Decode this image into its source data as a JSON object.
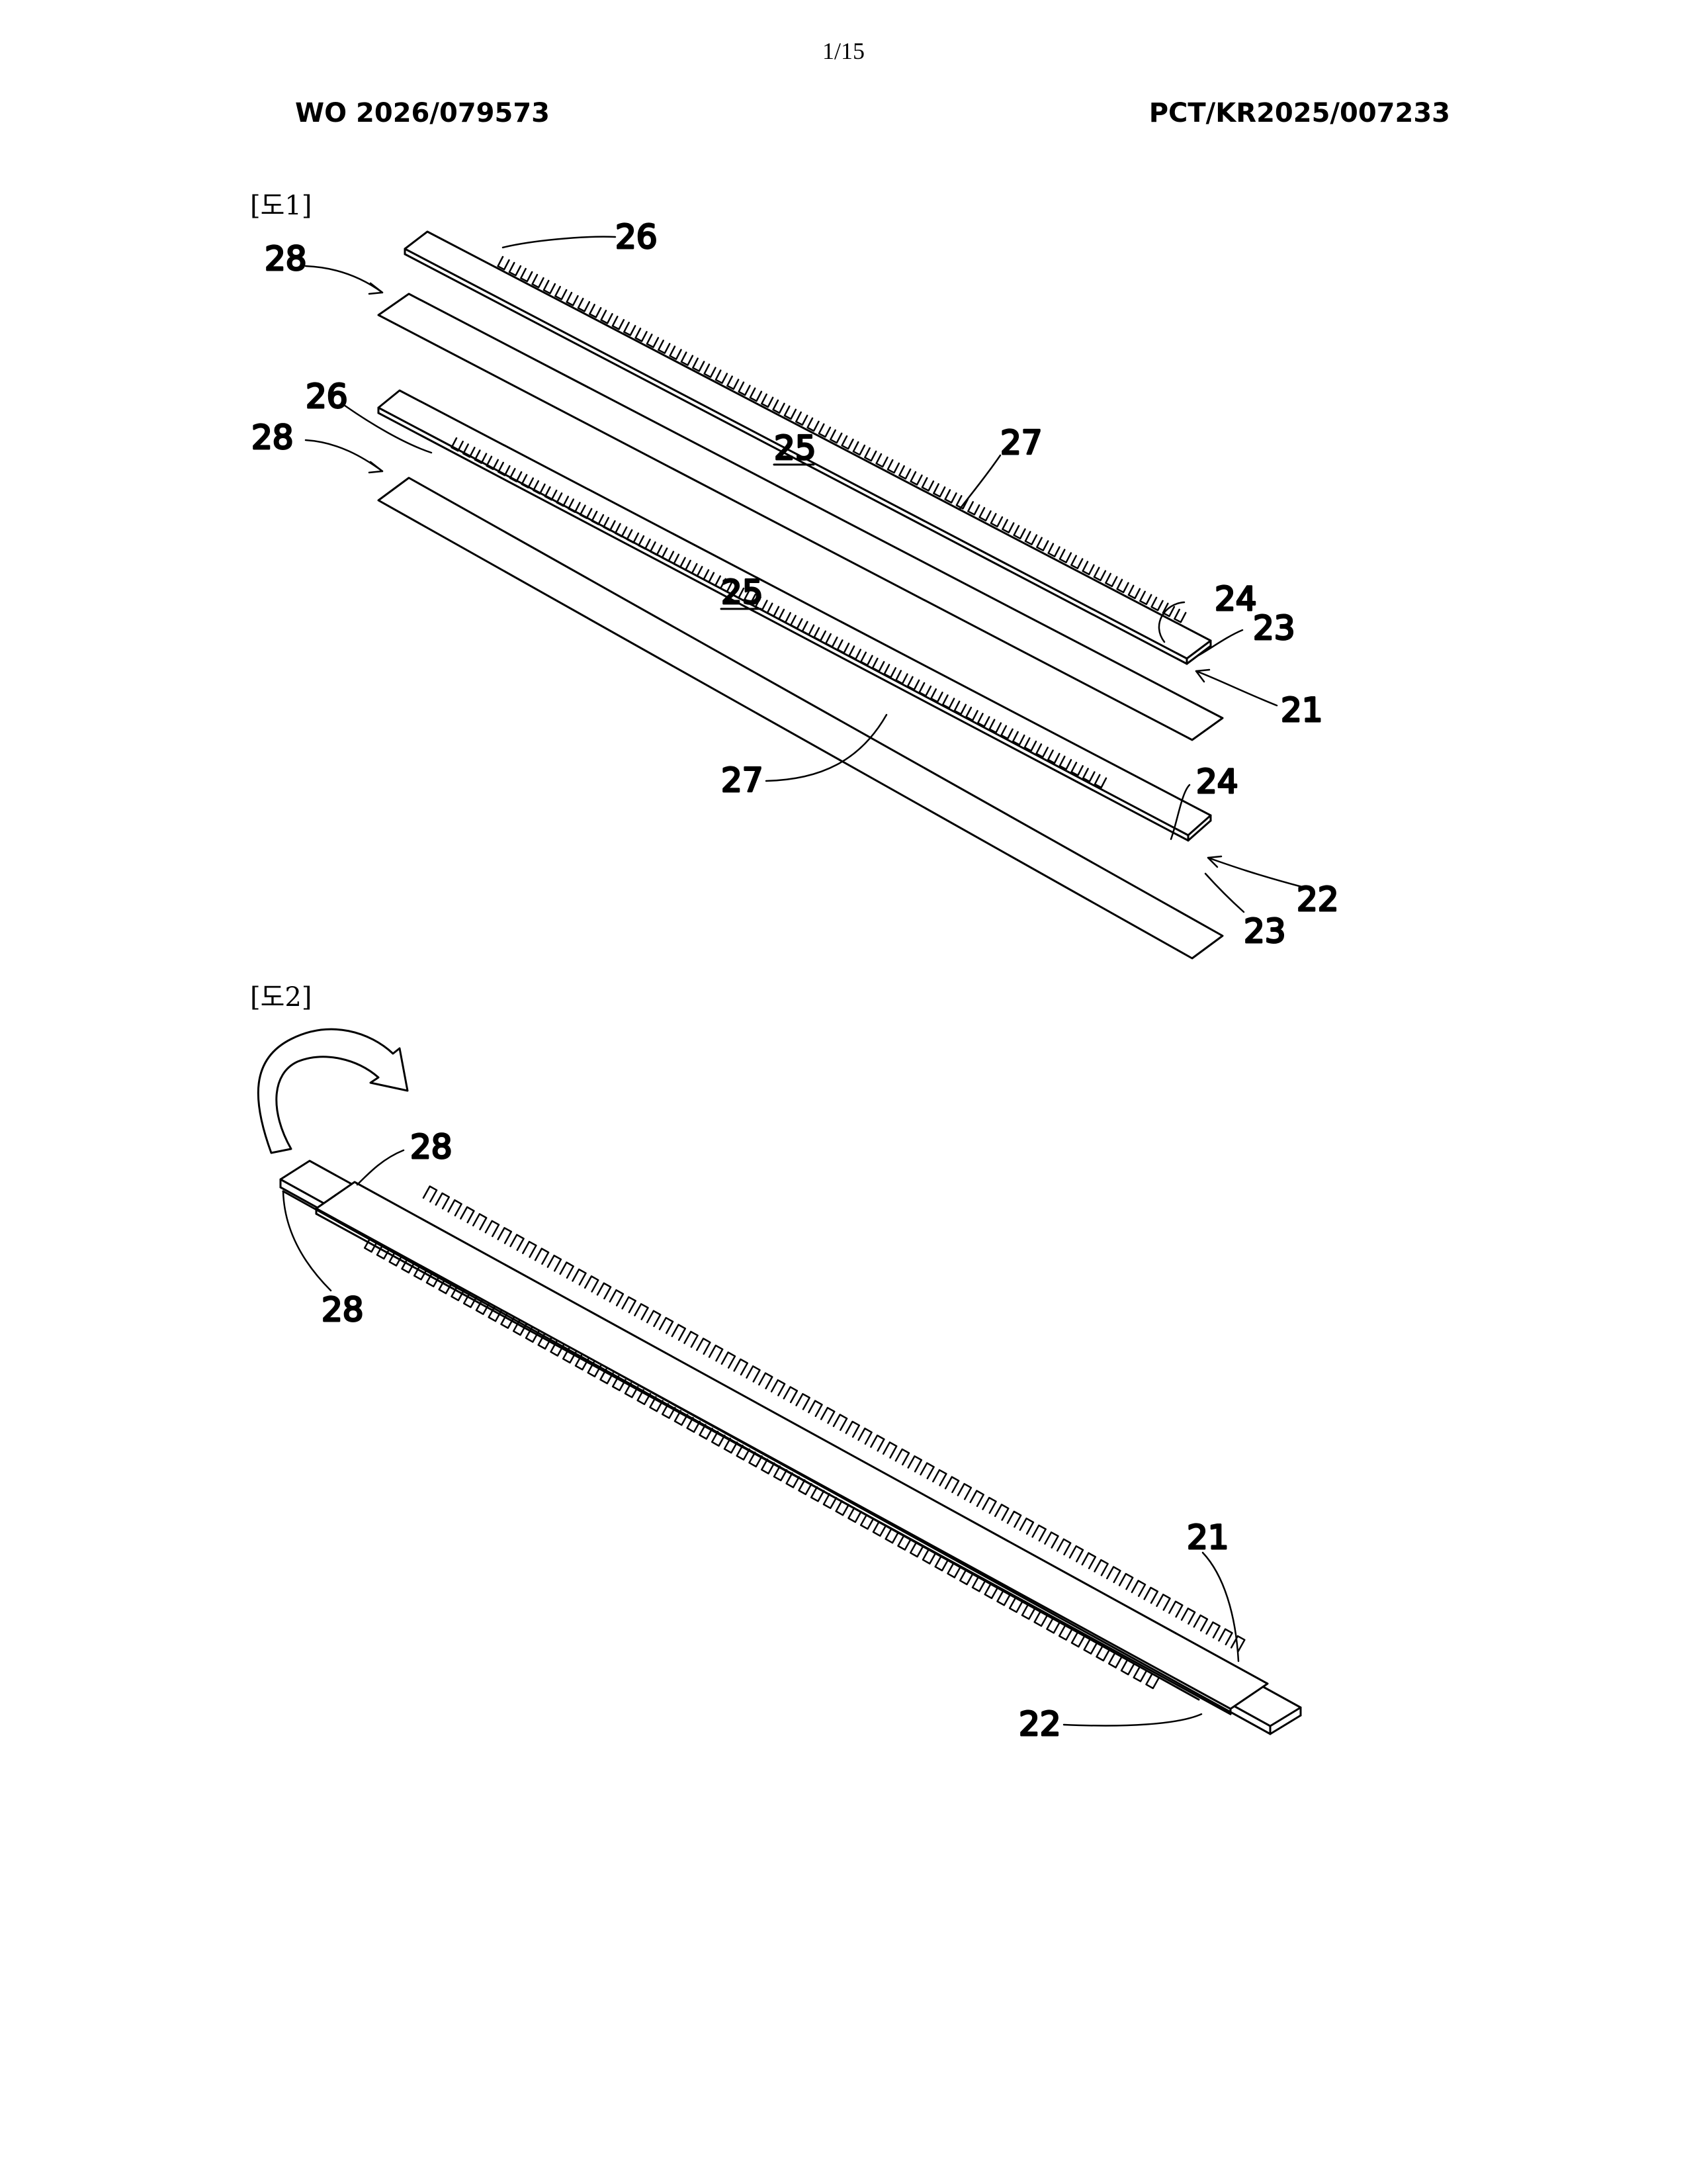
{
  "header": {
    "page_number": "1/15",
    "publication_number": "WO 2026/079573",
    "application_number": "PCT/KR2025/007233"
  },
  "figure1": {
    "label": "[도1]",
    "refs": {
      "r26a": "26",
      "r28a": "28",
      "r26b": "26",
      "r28b": "28",
      "r25a": "25",
      "r27a": "27",
      "r25b": "25",
      "r24a": "24",
      "r23a": "23",
      "r21": "21",
      "r27b": "27",
      "r24b": "24",
      "r22": "22",
      "r23b": "23"
    }
  },
  "figure2": {
    "label": "[도2]",
    "refs": {
      "r28a": "28",
      "r28b": "28",
      "r21": "21",
      "r22": "22"
    }
  }
}
